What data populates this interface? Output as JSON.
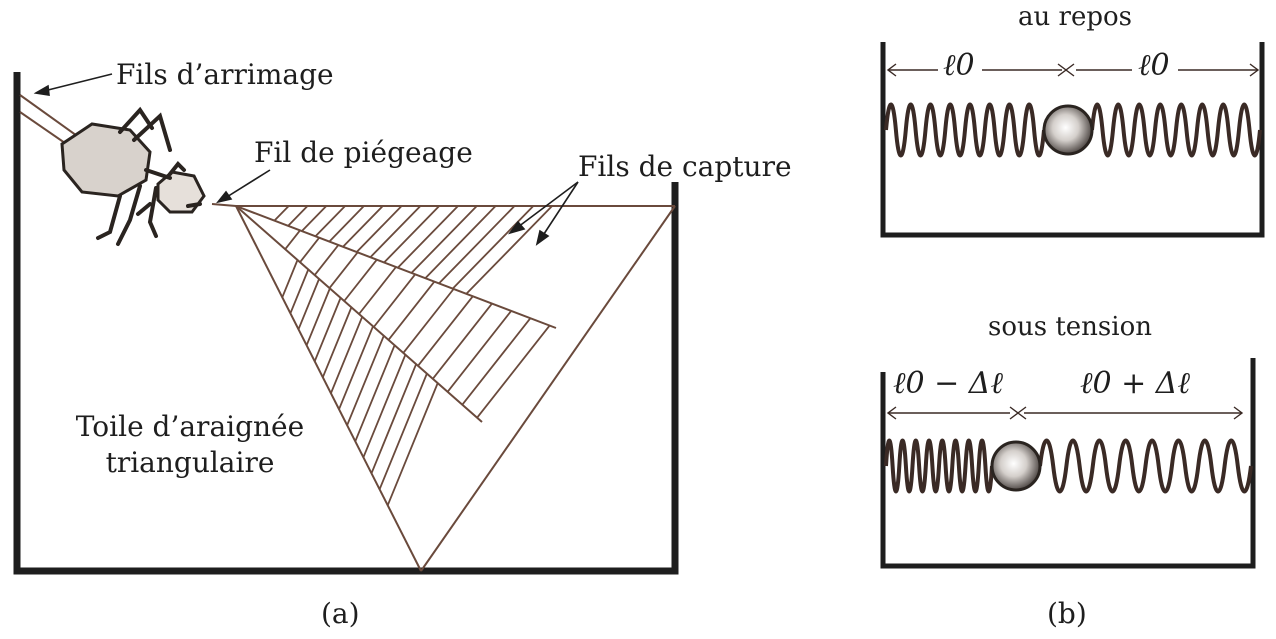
{
  "panel_a": {
    "label_anchor": "Fils d’arrimage",
    "label_trap": "Fil de piégeage",
    "label_capture": "Fils de capture",
    "label_web_1": "Toile d’araignée",
    "label_web_2": "triangulaire",
    "caption": "(a)"
  },
  "panel_b": {
    "rest": {
      "title": "au repos",
      "left_length": "ℓ0",
      "right_length": "ℓ0"
    },
    "tension": {
      "title": "sous tension",
      "left_length": "ℓ0 − Δℓ",
      "right_length": "ℓ0 + Δℓ"
    },
    "caption": "(b)"
  },
  "colors": {
    "frame": "#1e1e1e",
    "web_thread": "#6a4a3c",
    "spring": "#3a2a25",
    "text": "#1e1e1e"
  }
}
